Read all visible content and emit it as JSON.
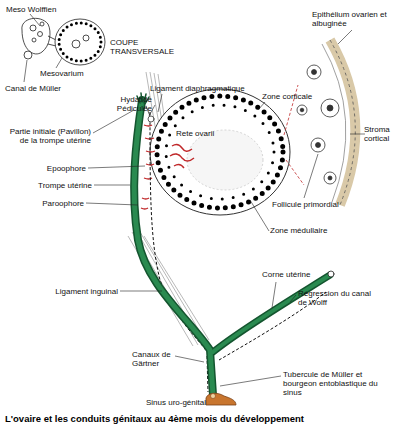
{
  "diagram": {
    "caption": "L'ovaire et les conduits génitaux au 4ème mois du développement",
    "labels": [
      "Meso Wolffien",
      "COUPE TRANSVERSALE",
      "Mesovarium",
      "Canal de Müller",
      "Ligament diaphragmatique",
      "Zone corticale",
      "Epithélium ovarien et albuginée",
      "Hydatide Pédiculée",
      "Rete ovarii",
      "Stroma cortical",
      "Partie initiale (Pavillon) de la trompe utérine",
      "Epoophore",
      "Trompe utérine",
      "Paroophore",
      "Follicule primordial",
      "Zone médullaire",
      "Corne utérine",
      "Régression du canal de Wolff",
      "Ligament inguinal",
      "Canaux de Gärtner",
      "Tubercule de Müller et bourgeon entoblastique du sinus",
      "Sinus uro-génital"
    ]
  }
}
